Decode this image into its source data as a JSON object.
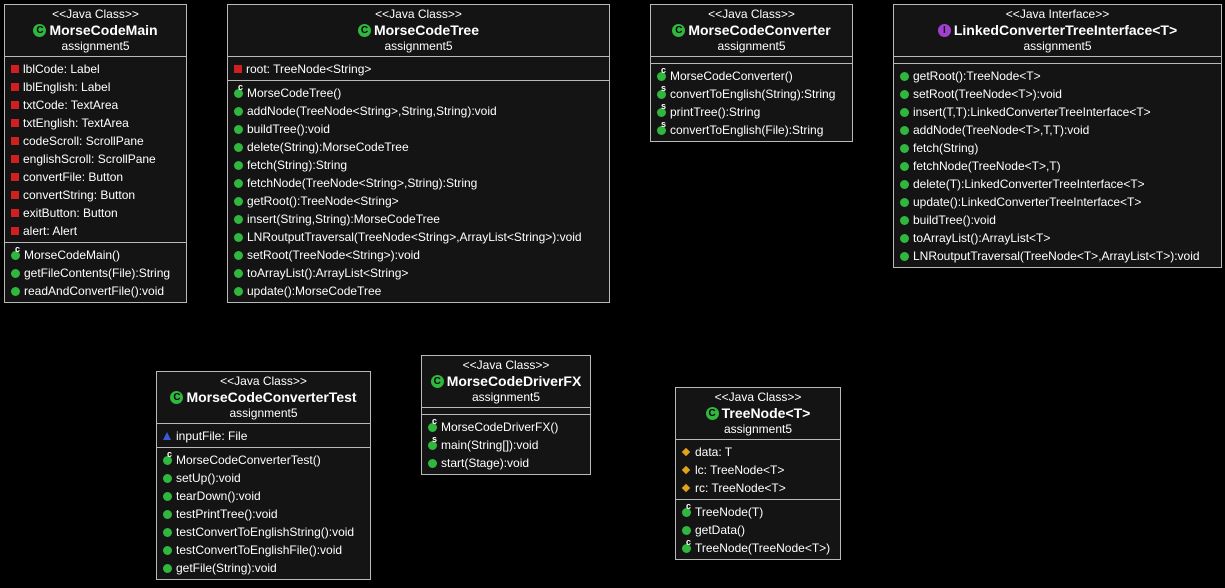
{
  "classes": [
    {
      "stereotype": "<<Java Class>>",
      "kind": "C",
      "name": "MorseCodeMain",
      "package": "assignment5",
      "fields": [
        {
          "vis": "priv",
          "text": "lblCode: Label"
        },
        {
          "vis": "priv",
          "text": "lblEnglish: Label"
        },
        {
          "vis": "priv",
          "text": "txtCode: TextArea"
        },
        {
          "vis": "priv",
          "text": "txtEnglish: TextArea"
        },
        {
          "vis": "priv",
          "text": "codeScroll: ScrollPane"
        },
        {
          "vis": "priv",
          "text": "englishScroll: ScrollPane"
        },
        {
          "vis": "priv",
          "text": "convertFile: Button"
        },
        {
          "vis": "priv",
          "text": "convertString: Button"
        },
        {
          "vis": "priv",
          "text": "exitButton: Button"
        },
        {
          "vis": "priv",
          "text": "alert: Alert"
        }
      ],
      "methods": [
        {
          "vis": "pub",
          "mod": "ctor",
          "text": "MorseCodeMain()"
        },
        {
          "vis": "pub",
          "text": "getFileContents(File):String"
        },
        {
          "vis": "pub",
          "text": "readAndConvertFile():void"
        }
      ]
    },
    {
      "stereotype": "<<Java Class>>",
      "kind": "C",
      "name": "MorseCodeTree",
      "package": "assignment5",
      "fields": [
        {
          "vis": "priv",
          "text": "root: TreeNode<String>"
        }
      ],
      "methods": [
        {
          "vis": "pub",
          "mod": "ctor",
          "text": "MorseCodeTree()"
        },
        {
          "vis": "pub",
          "text": "addNode(TreeNode<String>,String,String):void"
        },
        {
          "vis": "pub",
          "text": "buildTree():void"
        },
        {
          "vis": "pub",
          "text": "delete(String):MorseCodeTree"
        },
        {
          "vis": "pub",
          "text": "fetch(String):String"
        },
        {
          "vis": "pub",
          "text": "fetchNode(TreeNode<String>,String):String"
        },
        {
          "vis": "pub",
          "text": "getRoot():TreeNode<String>"
        },
        {
          "vis": "pub",
          "text": "insert(String,String):MorseCodeTree"
        },
        {
          "vis": "pub",
          "text": "LNRoutputTraversal(TreeNode<String>,ArrayList<String>):void"
        },
        {
          "vis": "pub",
          "text": "setRoot(TreeNode<String>):void"
        },
        {
          "vis": "pub",
          "text": "toArrayList():ArrayList<String>"
        },
        {
          "vis": "pub",
          "text": "update():MorseCodeTree"
        }
      ]
    },
    {
      "stereotype": "<<Java Class>>",
      "kind": "C",
      "name": "MorseCodeConverter",
      "package": "assignment5",
      "fields": [],
      "methods": [
        {
          "vis": "pub",
          "mod": "ctor",
          "text": "MorseCodeConverter()"
        },
        {
          "vis": "pub",
          "mod": "stat",
          "text": "convertToEnglish(String):String"
        },
        {
          "vis": "pub",
          "mod": "stat",
          "text": "printTree():String"
        },
        {
          "vis": "pub",
          "mod": "stat",
          "text": "convertToEnglish(File):String"
        }
      ]
    },
    {
      "stereotype": "<<Java Interface>>",
      "kind": "I",
      "name": "LinkedConverterTreeInterface<T>",
      "package": "assignment5",
      "fields": [],
      "methods": [
        {
          "vis": "pub",
          "text": "getRoot():TreeNode<T>"
        },
        {
          "vis": "pub",
          "text": "setRoot(TreeNode<T>):void"
        },
        {
          "vis": "pub",
          "text": "insert(T,T):LinkedConverterTreeInterface<T>"
        },
        {
          "vis": "pub",
          "text": "addNode(TreeNode<T>,T,T):void"
        },
        {
          "vis": "pub",
          "text": "fetch(String)"
        },
        {
          "vis": "pub",
          "text": "fetchNode(TreeNode<T>,T)"
        },
        {
          "vis": "pub",
          "text": "delete(T):LinkedConverterTreeInterface<T>"
        },
        {
          "vis": "pub",
          "text": "update():LinkedConverterTreeInterface<T>"
        },
        {
          "vis": "pub",
          "text": "buildTree():void"
        },
        {
          "vis": "pub",
          "text": "toArrayList():ArrayList<T>"
        },
        {
          "vis": "pub",
          "text": "LNRoutputTraversal(TreeNode<T>,ArrayList<T>):void"
        }
      ]
    },
    {
      "stereotype": "<<Java Class>>",
      "kind": "C",
      "name": "MorseCodeConverterTest",
      "package": "assignment5",
      "fields": [
        {
          "vis": "prot",
          "text": "inputFile: File"
        }
      ],
      "methods": [
        {
          "vis": "pub",
          "mod": "ctor",
          "text": "MorseCodeConverterTest()"
        },
        {
          "vis": "pub",
          "text": "setUp():void"
        },
        {
          "vis": "pub",
          "text": "tearDown():void"
        },
        {
          "vis": "pub",
          "text": "testPrintTree():void"
        },
        {
          "vis": "pub",
          "text": "testConvertToEnglishString():void"
        },
        {
          "vis": "pub",
          "text": "testConvertToEnglishFile():void"
        },
        {
          "vis": "pub",
          "text": "getFile(String):void"
        }
      ]
    },
    {
      "stereotype": "<<Java Class>>",
      "kind": "C",
      "name": "MorseCodeDriverFX",
      "package": "assignment5",
      "fields": [],
      "methods": [
        {
          "vis": "pub",
          "mod": "ctor",
          "text": "MorseCodeDriverFX()"
        },
        {
          "vis": "pub",
          "mod": "stat",
          "text": "main(String[]):void"
        },
        {
          "vis": "pub",
          "text": "start(Stage):void"
        }
      ]
    },
    {
      "stereotype": "<<Java Class>>",
      "kind": "C",
      "name": "TreeNode<T>",
      "package": "assignment5",
      "fields": [
        {
          "vis": "pkgv",
          "text": "data: T"
        },
        {
          "vis": "pkgv",
          "text": "lc: TreeNode<T>"
        },
        {
          "vis": "pkgv",
          "text": "rc: TreeNode<T>"
        }
      ],
      "methods": [
        {
          "vis": "pub",
          "mod": "ctor",
          "text": "TreeNode(T)"
        },
        {
          "vis": "pub",
          "text": "getData()"
        },
        {
          "vis": "pub",
          "mod": "ctor",
          "text": "TreeNode(TreeNode<T>)"
        }
      ]
    }
  ]
}
